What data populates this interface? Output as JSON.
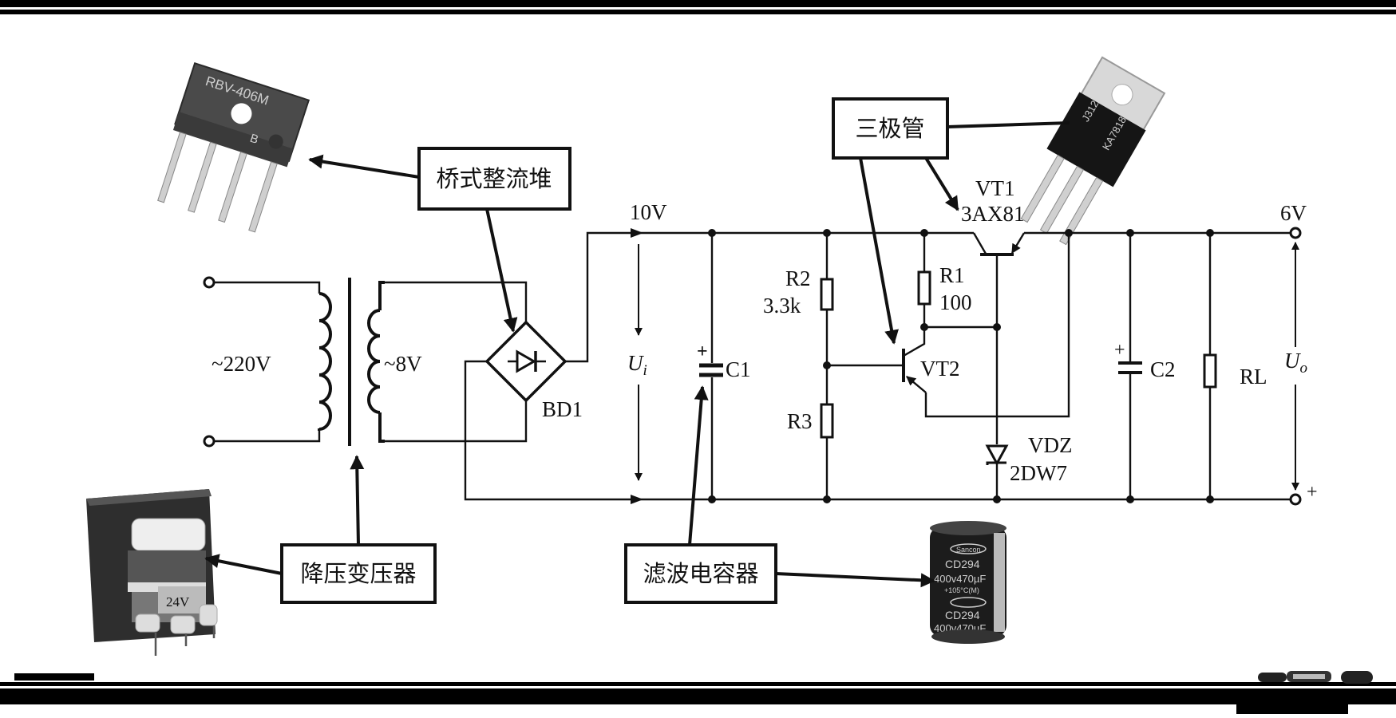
{
  "title": "串联型稳压电源电路",
  "callouts": {
    "bridge_rectifier": "桥式整流堆",
    "transistor": "三极管",
    "step_down_transformer": "降压变压器",
    "filter_capacitor": "滤波电容器"
  },
  "labels": {
    "input_voltage": "~220V",
    "secondary_voltage": "~8V",
    "bridge": "BD1",
    "rectified_voltage": "10V",
    "ui_main": "U",
    "ui_sub": "i",
    "c1": "C1",
    "c1_plus": "+",
    "r2": "R2",
    "r2_value": "3.3k",
    "r3": "R3",
    "r1": "R1",
    "r1_value": "100",
    "vt1": "VT1",
    "vt1_model": "3AX81",
    "vt2": "VT2",
    "vdz": "VDZ",
    "vdz_model": "2DW7",
    "c2": "C2",
    "c2_plus": "+",
    "rl": "RL",
    "uo_main": "U",
    "uo_sub": "o",
    "output_voltage": "6V",
    "output_plus": "+"
  },
  "photos": {
    "bridge_part": {
      "line1": "RBV-406M",
      "line2": "B"
    },
    "transistor_part": {
      "line1": "J312",
      "line2": "KA7818"
    },
    "transformer_part": {
      "label": "24V"
    },
    "capacitor_part": {
      "brand": "Sancon",
      "model": "CD294",
      "rating": "400v470µF",
      "temp": "+105°C(M)"
    }
  },
  "colors": {
    "ink": "#111111",
    "background": "#ffffff",
    "photo_dark": "#3a3a3a"
  }
}
